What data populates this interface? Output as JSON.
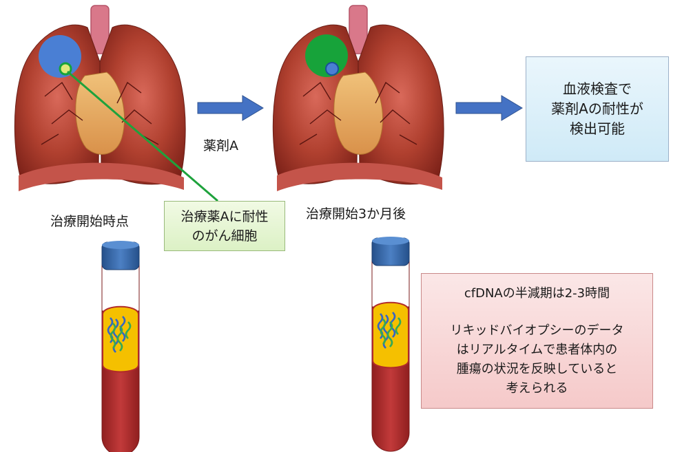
{
  "drug_label": "薬剤A",
  "time_before": "治療開始時点",
  "time_after": "治療開始3か月後",
  "resistant_cell_label": [
    "治療薬Aに耐性",
    "のがん細胞"
  ],
  "result_text": [
    "血液検査で",
    "薬剤Aの耐性が",
    "検出可能"
  ],
  "note_title": "cfDNAの半減期は2-3時間",
  "note_body": [
    "リキッドバイオプシーのデータ",
    "はリアルタイムで患者体内の",
    "腫瘍の状況を反映していると",
    "考えられる"
  ],
  "colors": {
    "arrow": "#4472c4",
    "tumor_blue": "#4a7fd4",
    "tumor_green": "#17a33a",
    "resistant_ring": "#2eb84a",
    "lung": "#a8392e",
    "blood": "#b02a2a",
    "tube_cap": "#2f5f9c",
    "plasma": "#f5c000",
    "dna_blue": "#3565c4",
    "dna_green": "#35a855"
  }
}
